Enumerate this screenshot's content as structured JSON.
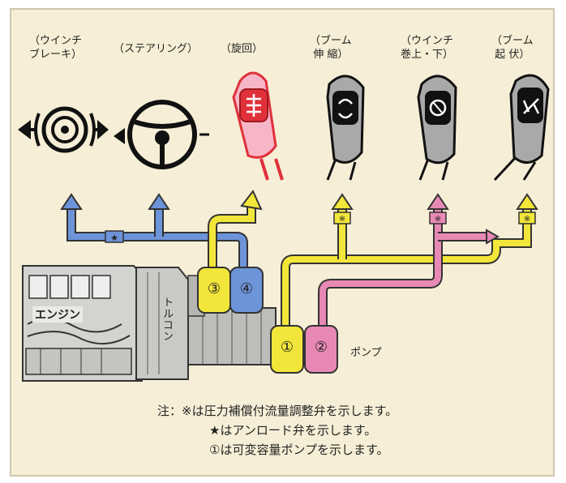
{
  "labels": {
    "winch_brake": "（ウインチ\nブレーキ）",
    "steering": "（ステアリング）",
    "swing": "（旋回）",
    "boom_telescope": "（ブーム\n伸 縮）",
    "winch_updown": "（ウインチ\n巻上・下）",
    "boom_raise": "（ブーム\n起 伏）",
    "engine": "エンジン",
    "torque_converter": "トルコン",
    "pump": "ポンプ"
  },
  "unit_numbers": {
    "u1": "①",
    "u2": "②",
    "u3": "③",
    "u4": "④"
  },
  "notes": {
    "line1": "注：※は圧力補償付流量調整弁を示します。",
    "line2": "★はアンロード弁を示します。",
    "line3": "①は可変容量ポンプを示します。"
  },
  "colors": {
    "background": "#f6eed6",
    "yellow": "#f2e63a",
    "pink": "#e889b5",
    "blue": "#6d93d8",
    "red": "#e0303a",
    "gray": "#a9a9a9"
  },
  "icons": [
    "brake-drum-icon",
    "steering-wheel-icon",
    "swing-lever-icon",
    "boom-telescope-lever-icon",
    "winch-lever-icon",
    "boom-raise-lever-icon"
  ]
}
